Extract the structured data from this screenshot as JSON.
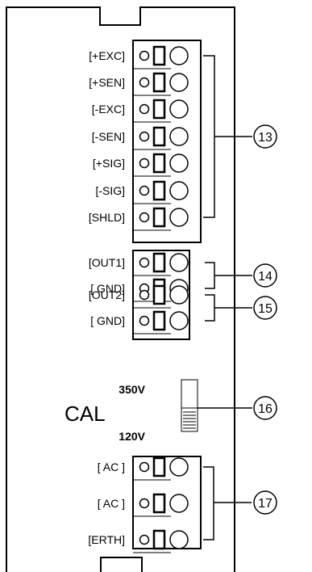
{
  "colors": {
    "ink": "#000000",
    "background": "#ffffff"
  },
  "terminals": [
    {
      "label": "[+EXC]"
    },
    {
      "label": "[+SEN]"
    },
    {
      "label": "[-EXC]"
    },
    {
      "label": "[-SEN]"
    },
    {
      "label": "[+SIG]"
    },
    {
      "label": "[-SIG]"
    },
    {
      "label": "[SHLD]"
    },
    {
      "label": "[OUT1]"
    },
    {
      "label": "[ GND]"
    },
    {
      "label": "[OUT2]"
    },
    {
      "label": "[ GND]"
    },
    {
      "label": "[ AC ]"
    },
    {
      "label": "[ AC ]"
    },
    {
      "label": "[ERTH]"
    }
  ],
  "callouts": [
    {
      "number": "13"
    },
    {
      "number": "14"
    },
    {
      "number": "15"
    },
    {
      "number": "16"
    },
    {
      "number": "17"
    }
  ],
  "cal_switch": {
    "label": "CAL",
    "upper_setting": "350V",
    "lower_setting": "120V"
  }
}
